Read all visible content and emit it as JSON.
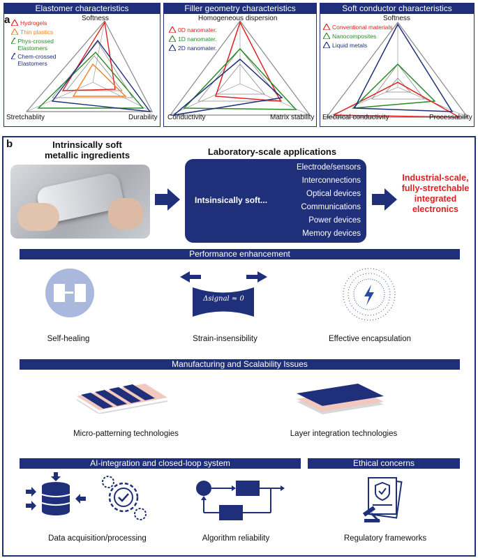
{
  "panel_a": {
    "letter": "a",
    "charts": [
      {
        "title": "Elastomer characteristics",
        "axes": [
          "Softness",
          "Stretchablity",
          "Durability"
        ],
        "legend": [
          {
            "label": "Hydrogels",
            "color": "#e02020"
          },
          {
            "label": "Thin plastics",
            "color": "#f08020"
          },
          {
            "label": "Phys-crossed Elastomers",
            "color": "#2a8a2a"
          },
          {
            "label": "Chem-crossed Elastomers",
            "color": "#1f2f7a"
          }
        ]
      },
      {
        "title": "Filler geometry characteristics",
        "axes": [
          "Homogeneous dispersion",
          "Conductivity",
          "Matrix stability"
        ],
        "legend": [
          {
            "label": "0D nanomater.",
            "color": "#e02020"
          },
          {
            "label": "1D nanomater.",
            "color": "#2a8a2a"
          },
          {
            "label": "2D nanomater.",
            "color": "#1f2f7a"
          }
        ]
      },
      {
        "title": "Soft conductor characteristics",
        "axes": [
          "Softness",
          "Electrical conductivity",
          "Processability"
        ],
        "legend": [
          {
            "label": "Conventional materials",
            "color": "#e02020"
          },
          {
            "label": "Nanocomposites",
            "color": "#2a8a2a"
          },
          {
            "label": "Liquid metals",
            "color": "#1f2f7a"
          }
        ]
      }
    ]
  },
  "panel_b": {
    "letter": "b",
    "ingredients_title": "Intrinsically soft metallic ingredients",
    "lab_title": "Laboratory-scale applications",
    "lab_center": "Intsinsically soft...",
    "lab_items": [
      "Electrode/sensors",
      "Interconnections",
      "Optical devices",
      "Communications",
      "Power devices",
      "Memory devices"
    ],
    "industrial": "Industrial-scale, fully-stretchable integrated electronics",
    "performance_title": "Performance enhancement",
    "performance_items": [
      "Self-healing",
      "Strain-insensibility",
      "Effective encapsulation"
    ],
    "signal_label": "Δsignal ≈ 0",
    "manufacturing_title": "Manufacturing and Scalability Issues",
    "manufacturing_items": [
      "Micro-patterning technologies",
      "Layer integration technologies"
    ],
    "ai_title": "AI-integration and closed-loop system",
    "ai_items": [
      "Data acquisition/processing",
      "Algorithm reliability"
    ],
    "ethics_title": "Ethical concerns",
    "ethics_items": [
      "Regulatory frameworks"
    ]
  },
  "colors": {
    "navy": "#1f2f7a",
    "red": "#e02020",
    "green": "#2a8a2a",
    "orange": "#f08020"
  }
}
